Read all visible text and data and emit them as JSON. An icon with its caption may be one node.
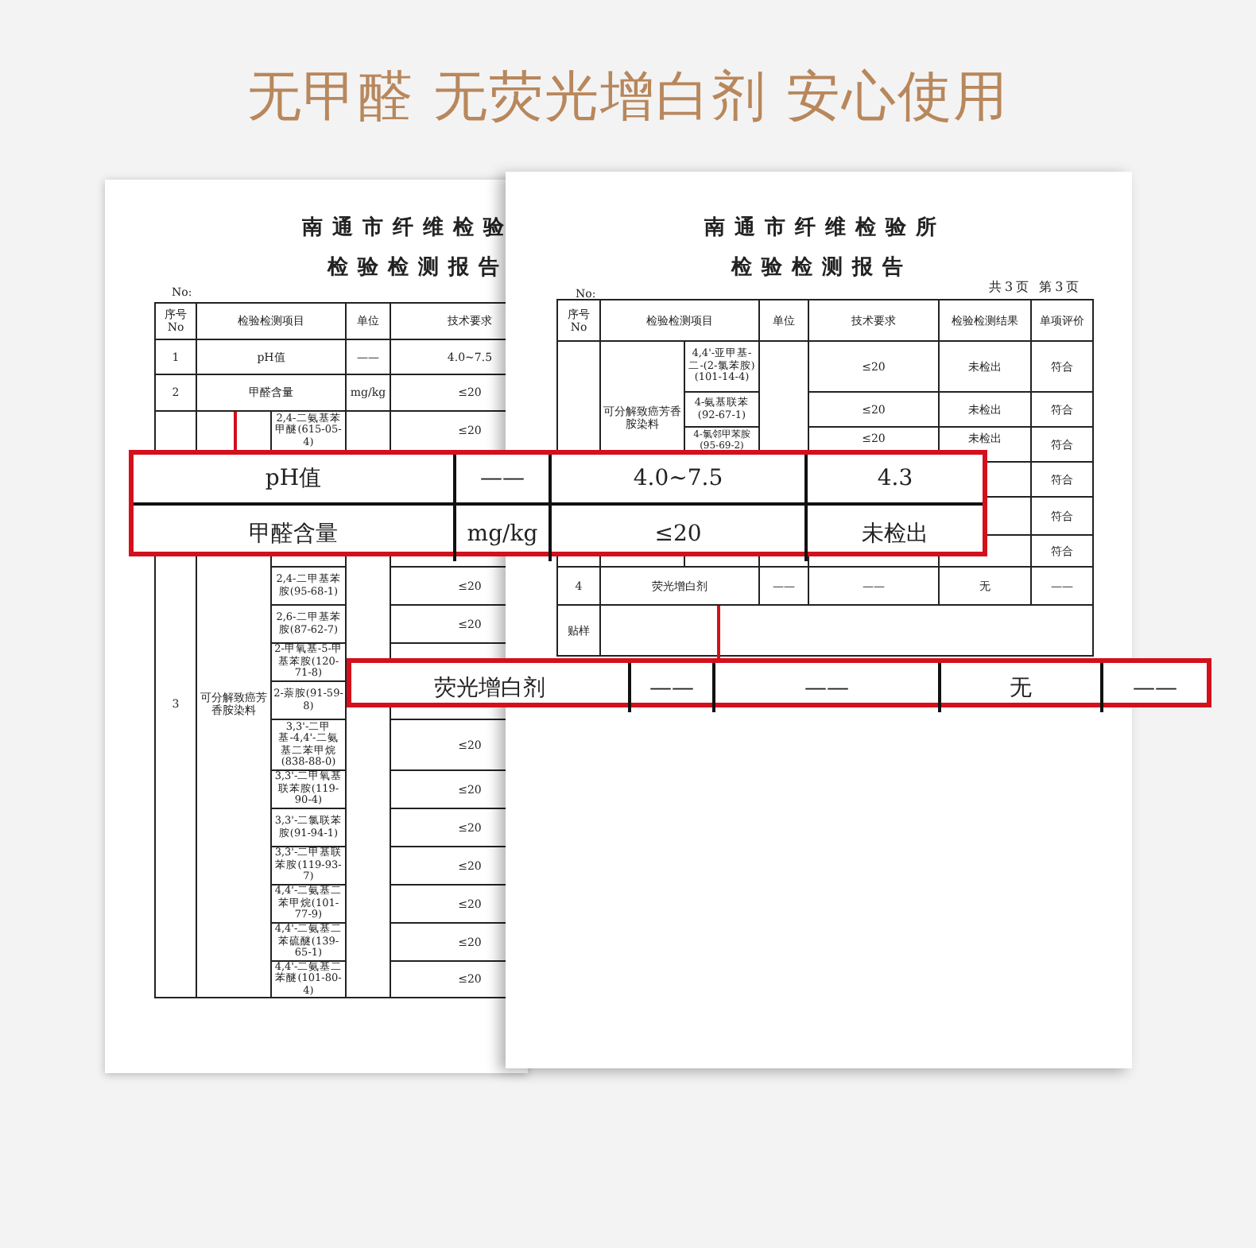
{
  "diagram": {
    "title": "无甲醛 无荧光增白剂 安心使用",
    "nodes": [
      {
        "text": [
          "pH值",
          "——",
          "4.0~7.5",
          "4.3",
          "甲醛含量",
          "mg/kg",
          "≤20",
          "未检出"
        ]
      },
      {
        "text": [
          "甲醛含量"
        ]
      },
      {
        "text": [
          "荧光增白剂"
        ]
      },
      {
        "text": [
          "荧光增白剂",
          "——",
          "——",
          "无",
          "——"
        ]
      }
    ],
    "edges": [
      {
        "from": 1,
        "to": 0,
        "arrow": "none"
      },
      {
        "from": 2,
        "to": 3,
        "arrow": "none"
      }
    ],
    "labels": [
      "南通市纤维检验",
      "检验检测报告",
      "No:",
      "序号 No",
      "检验检测项目",
      "单位",
      "技术要求",
      "1",
      "pH值",
      "——",
      "4.0~7.5",
      "2",
      "mg/kg",
      "≤20",
      "2,4-二氨基苯甲醚(615-05-4)",
      "≤20",
      "3",
      "可分解致癌芳香胺染料",
      "2,4-二甲基苯胺(95-68-1)",
      "≤20",
      "2,6-二甲基苯胺(87-62-7)",
      "≤20",
      "2-甲氧基-5-甲基苯胺(120-71-8)",
      "2-萘胺(91-59-8)",
      "3,3'-二甲基-4,4'-二氨基二苯甲烷(838-88-0)",
      "≤20",
      "3,3'-二甲氧基联苯胺(119-90-4)",
      "≤20",
      "3,3'-二氯联苯胺(91-94-1)",
      "≤20",
      "3,3'-二甲基联苯胺(119-93-7)",
      "≤20",
      "4,4'-二氨基二苯甲烷(101-77-9)",
      "≤20",
      "4,4'-二氨基二苯硫醚(139-65-1)",
      "≤20",
      "4,4'-二氨基二苯醚(101-80-4)",
      "≤20",
      "南通市纤维检验所",
      "检验检测报告",
      "共3页 第3页",
      "No:",
      "序号 No",
      "检验检测项目",
      "单位",
      "技术要求",
      "检验检测结果",
      "单项评价",
      "4,4'-亚甲基-二-(2-氯苯胺)(101-14-4)",
      "≤20",
      "未检出",
      "符合",
      "可分解致癌芳香胺染料",
      "4-氨基联苯(92-67-1)",
      "≤20",
      "未检出",
      "符合",
      "4-氯邻甲苯胺(95-69-2)",
      "≤20",
      "未检出",
      "符合",
      "符合",
      "符合",
      "符合",
      "4",
      "——",
      "——",
      "无",
      "——",
      "贴样"
    ]
  }
}
